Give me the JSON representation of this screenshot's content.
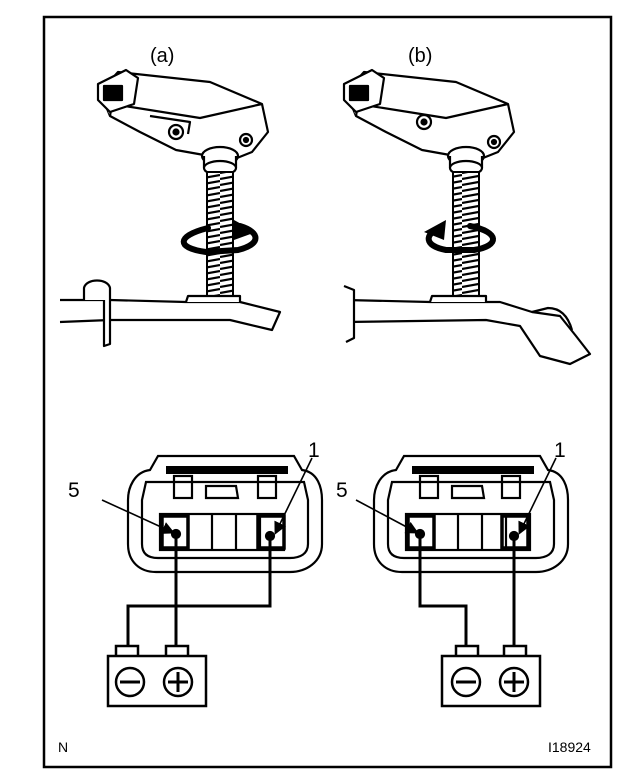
{
  "figure": {
    "panel_a_label": "(a)",
    "panel_b_label": "(b)",
    "left_connector": {
      "pin_left_label": "5",
      "pin_right_label": "1"
    },
    "right_connector": {
      "pin_left_label": "5",
      "pin_right_label": "1"
    },
    "battery_negative_symbol": "⊖",
    "battery_positive_symbol": "⊕",
    "corner_letter": "N",
    "figure_code": "I18924"
  },
  "icons": {
    "rotation_a": "clockwise-rotation-arrow-icon",
    "rotation_b": "counterclockwise-rotation-arrow-icon",
    "battery": "battery-icon"
  }
}
